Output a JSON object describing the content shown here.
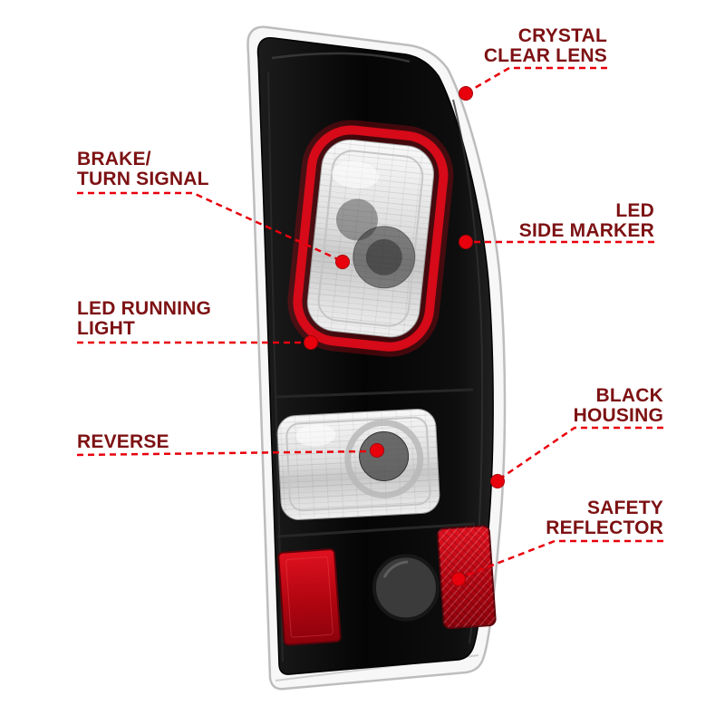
{
  "diagram": {
    "callouts": [
      {
        "id": "crystal-clear-lens",
        "lines": [
          "CRYSTAL",
          "CLEAR LENS"
        ]
      },
      {
        "id": "brake-turn-signal",
        "lines": [
          "BRAKE/",
          "TURN SIGNAL"
        ]
      },
      {
        "id": "led-side-marker",
        "lines": [
          "LED",
          "SIDE MARKER"
        ]
      },
      {
        "id": "led-running-light",
        "lines": [
          "LED RUNNING",
          "LIGHT"
        ]
      },
      {
        "id": "black-housing",
        "lines": [
          "BLACK",
          "HOUSING"
        ]
      },
      {
        "id": "reverse",
        "lines": [
          "REVERSE"
        ]
      },
      {
        "id": "safety-reflector",
        "lines": [
          "SAFETY",
          "REFLECTOR"
        ]
      }
    ],
    "colors": {
      "background": "#ffffff",
      "label_text": "#7d1113",
      "callout_line": "#e8000d",
      "callout_dot": "#e8000d",
      "housing_black": "#0a0a0a",
      "led_tube_red": "#d60a18",
      "reflector_red": "#b00511",
      "chrome_silver": "#dcdcdc"
    }
  }
}
